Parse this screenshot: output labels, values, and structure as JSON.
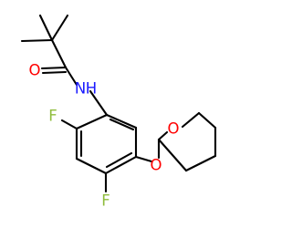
{
  "molecule": {
    "atoms": {
      "oxygen_carbonyl": "O",
      "nitrogen_amide": "N",
      "hydrogen_amide": "H",
      "fluorine_top": "F",
      "fluorine_bottom": "F",
      "oxygen_ether": "O",
      "oxygen_ring": "O"
    }
  },
  "colors": {
    "bond": "#000000",
    "oxygen": "#ff0000",
    "nitrogen": "#1a1aff",
    "fluorine": "#8fbc3c"
  }
}
